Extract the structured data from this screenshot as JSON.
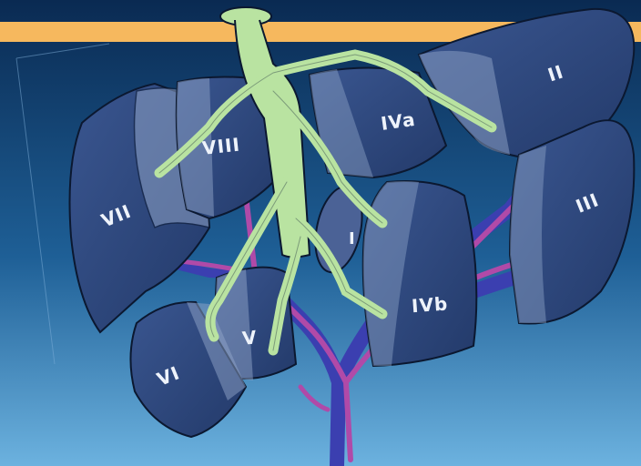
{
  "colors": {
    "background_top": "#0a2a52",
    "background_bottom": "#5fa8d8",
    "accent_band": "#f6b85e",
    "segment_fill": "#2f4a80",
    "segment_fill_light": "#8fa3c7",
    "segment_stroke": "#0b1830",
    "biliary": "#b9e3a1",
    "portal_vein": "#3b3fb0",
    "hepatic_artery": "#b04aa8"
  },
  "segments": {
    "I": "I",
    "II": "II",
    "III": "III",
    "IVa": "IVa",
    "IVb": "IVb",
    "V": "V",
    "VI": "VI",
    "VII": "VII",
    "VIII": "VIII"
  },
  "icons": {
    "biliary_tree": "biliary-tree-icon",
    "portal_vein": "portal-vein-icon",
    "hepatic_artery": "hepatic-artery-icon"
  }
}
